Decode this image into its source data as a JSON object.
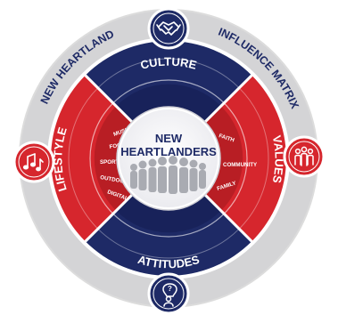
{
  "outer_ring": {
    "left_label": "NEW HEARTLAND",
    "right_label": "INFLUENCE MATRIX"
  },
  "quadrants": {
    "top": {
      "label": "CULTURE",
      "icon": "handshake-icon"
    },
    "bottom": {
      "label": "ATTITUDES",
      "icon": "thinking-person-icon"
    },
    "left": {
      "label": "LIFESTYLE",
      "icon": "music-notes-icon"
    },
    "right": {
      "label": "VALUES",
      "icon": "family-group-icon"
    }
  },
  "center": {
    "title_line1": "NEW",
    "title_line2": "HEARTLANDERS"
  },
  "lifestyle_items": [
    "MUSIC",
    "FOOD",
    "SPORTS",
    "OUTDOORS",
    "DIGITAL"
  ],
  "values_items": [
    "FAITH",
    "COMMUNITY",
    "FAMILY"
  ],
  "colors": {
    "navy": "#1e2a66",
    "red": "#d6262d",
    "outer_grey": "#d8d8d8",
    "silhouette_grey": "#a8aab0"
  }
}
